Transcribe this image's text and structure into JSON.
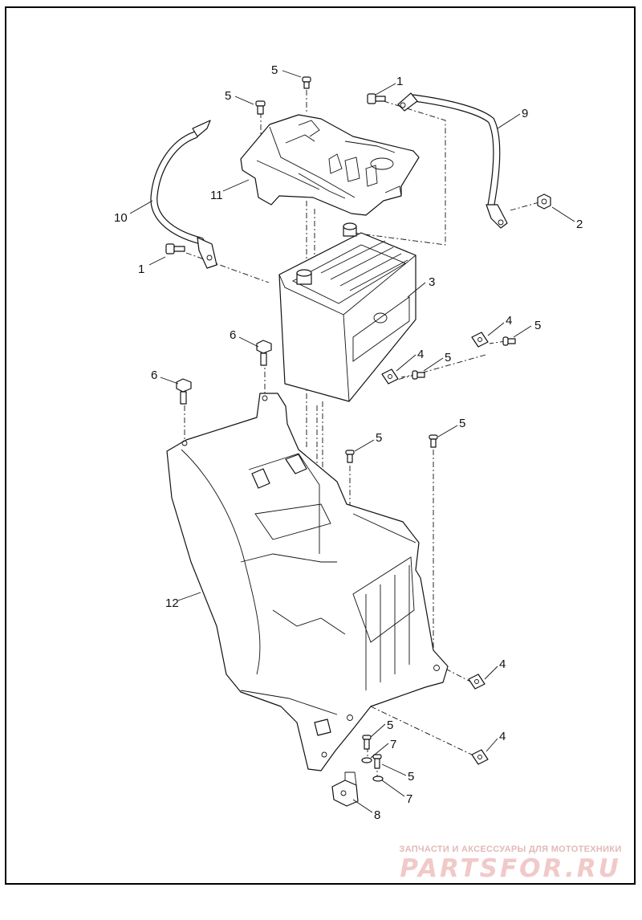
{
  "diagram": {
    "callouts": [
      {
        "id": "c1a",
        "text": "1"
      },
      {
        "id": "c1b",
        "text": "1"
      },
      {
        "id": "c2",
        "text": "2"
      },
      {
        "id": "c3",
        "text": "3"
      },
      {
        "id": "c4a",
        "text": "4"
      },
      {
        "id": "c4b",
        "text": "4"
      },
      {
        "id": "c4c",
        "text": "4"
      },
      {
        "id": "c4d",
        "text": "4"
      },
      {
        "id": "c5a",
        "text": "5"
      },
      {
        "id": "c5b",
        "text": "5"
      },
      {
        "id": "c5c",
        "text": "5"
      },
      {
        "id": "c5d",
        "text": "5"
      },
      {
        "id": "c5e",
        "text": "5"
      },
      {
        "id": "c5f",
        "text": "5"
      },
      {
        "id": "c5g",
        "text": "5"
      },
      {
        "id": "c5h",
        "text": "5"
      },
      {
        "id": "c6a",
        "text": "6"
      },
      {
        "id": "c6b",
        "text": "6"
      },
      {
        "id": "c7a",
        "text": "7"
      },
      {
        "id": "c7b",
        "text": "7"
      },
      {
        "id": "c8",
        "text": "8"
      },
      {
        "id": "c9",
        "text": "9"
      },
      {
        "id": "c10",
        "text": "10"
      },
      {
        "id": "c11",
        "text": "11"
      },
      {
        "id": "c12",
        "text": "12"
      }
    ]
  },
  "watermark": {
    "tagline": "ЗАПЧАСТИ И АКСЕССУАРЫ ДЛЯ МОТОТЕХНИКИ",
    "brand": "PARTSFOR.RU",
    "color": "#f1c9c9"
  }
}
